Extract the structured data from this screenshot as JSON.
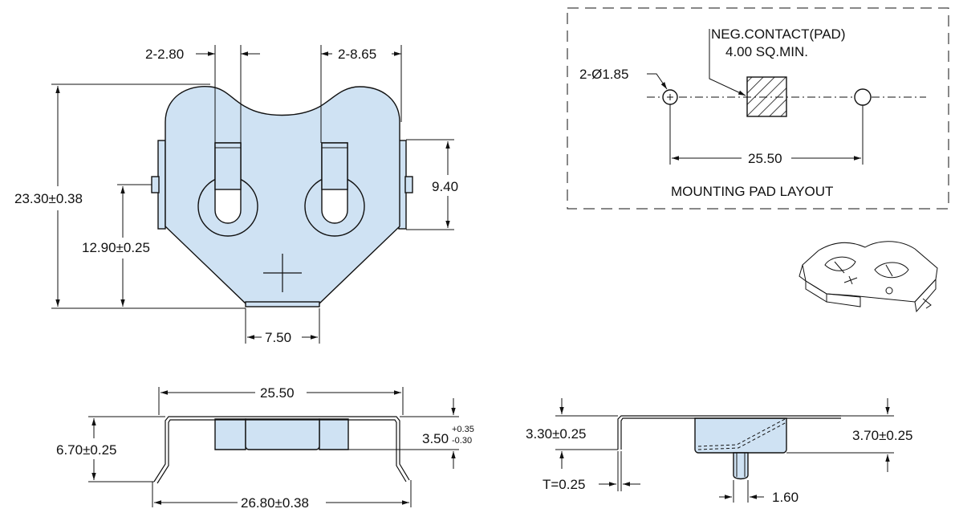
{
  "top_view": {
    "dim_tab_width": "2-2.80",
    "dim_slot_width": "2-8.65",
    "dim_height": "23.30±0.38",
    "dim_contact_height": "12.90±0.25",
    "dim_side_tab": "9.40",
    "dim_bottom_pad": "7.50"
  },
  "pad_layout": {
    "callout_neg_contact": "NEG.CONTACT(PAD)",
    "callout_pad_size": "4.00 SQ.MIN.",
    "dim_hole": "2-Ø1.85",
    "dim_hole_spacing": "25.50",
    "caption": "MOUNTING PAD LAYOUT"
  },
  "front_view": {
    "dim_top_width": "25.50",
    "dim_overall_height": "6.70±0.25",
    "dim_inner_height_base": "3.50",
    "dim_inner_height_tol_plus": "+0.35",
    "dim_inner_height_tol_minus": "-0.30",
    "dim_bottom_width": "26.80±0.38"
  },
  "side_view": {
    "dim_left_height": "3.30±0.25",
    "dim_right_height": "3.70±0.25",
    "dim_thickness": "T=0.25",
    "dim_contact_width": "1.60"
  }
}
